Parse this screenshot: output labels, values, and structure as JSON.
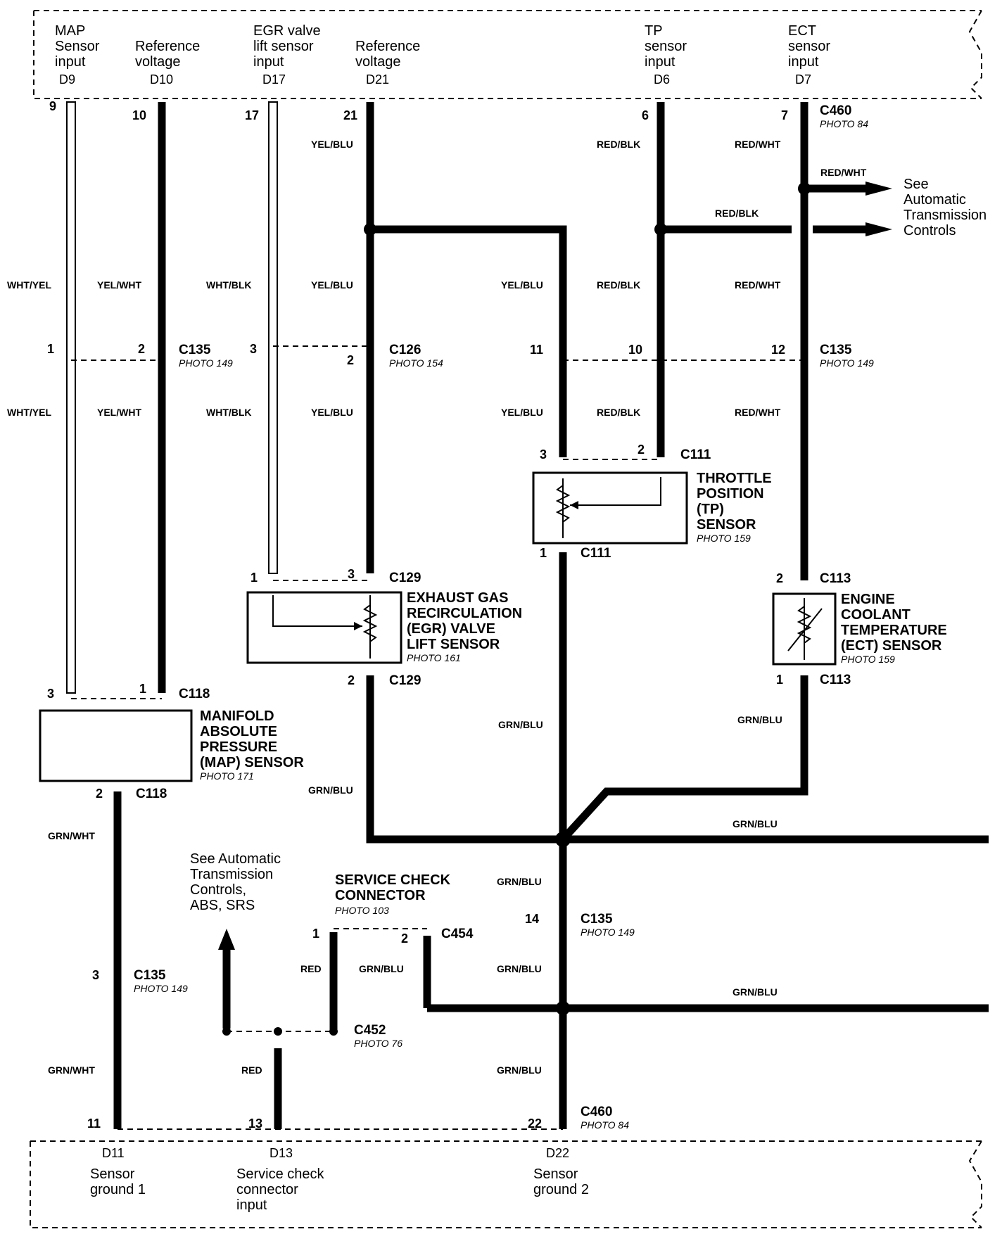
{
  "ecm_top": {
    "terminals": [
      {
        "label": "MAP\nSensor\ninput",
        "id": "D9",
        "pin": "9"
      },
      {
        "label": "Reference\nvoltage",
        "id": "D10",
        "pin": "10"
      },
      {
        "label": "EGR valve\nlift sensor\ninput",
        "id": "D17",
        "pin": "17"
      },
      {
        "label": "Reference\nvoltage",
        "id": "D21",
        "pin": "21"
      },
      {
        "label": "TP\nsensor\ninput",
        "id": "D6",
        "pin": "6"
      },
      {
        "label": "ECT\nsensor\ninput",
        "id": "D7",
        "pin": "7"
      }
    ],
    "connector": "C460",
    "photo": "PHOTO 84"
  },
  "ecm_bottom": {
    "terminals": [
      {
        "label": "Sensor\nground 1",
        "id": "D11",
        "pin": "11"
      },
      {
        "label": "Service check\nconnector\ninput",
        "id": "D13",
        "pin": "13"
      },
      {
        "label": "Sensor\nground 2",
        "id": "D22",
        "pin": "22"
      }
    ],
    "connector": "C460",
    "photo": "PHOTO 84"
  },
  "connectors": {
    "c135_a": {
      "name": "C135",
      "photo": "PHOTO 149",
      "pin_left": "1",
      "pin_right": "2"
    },
    "c126": {
      "name": "C126",
      "photo": "PHOTO 154",
      "pin_left": "3",
      "pin_right": "2"
    },
    "c135_b": {
      "name": "C135",
      "photo": "PHOTO 149",
      "pins": [
        "11",
        "10",
        "12"
      ]
    },
    "c111_top": {
      "name": "C111",
      "pin_left": "3",
      "pin_right": "2"
    },
    "c111_bottom": {
      "name": "C111",
      "pin": "1"
    },
    "c129_top": {
      "name": "C129",
      "pin_left": "1",
      "pin_right": "3"
    },
    "c129_bottom": {
      "name": "C129",
      "pin": "2"
    },
    "c113_top": {
      "name": "C113",
      "pin": "2"
    },
    "c113_bottom": {
      "name": "C113",
      "pin": "1"
    },
    "c118_top": {
      "name": "C118",
      "pin_left": "3",
      "pin_right": "1"
    },
    "c118_bottom": {
      "name": "C118",
      "pin": "2"
    },
    "c135_c": {
      "name": "C135",
      "photo": "PHOTO 149",
      "pin": "3"
    },
    "c135_d": {
      "name": "C135",
      "photo": "PHOTO 149",
      "pin": "14"
    },
    "c454": {
      "name": "C454",
      "pin_left": "1",
      "pin_right": "2"
    },
    "c452": {
      "name": "C452",
      "photo": "PHOTO 76"
    }
  },
  "components": {
    "tp_sensor": {
      "name": "THROTTLE\nPOSITION\n(TP)\nSENSOR",
      "photo": "PHOTO 159"
    },
    "egr_sensor": {
      "name": "EXHAUST GAS\nRECIRCULATION\n(EGR) VALVE\nLIFT SENSOR",
      "photo": "PHOTO 161"
    },
    "ect_sensor": {
      "name": "ENGINE\nCOOLANT\nTEMPERATURE\n(ECT) SENSOR",
      "photo": "PHOTO 159"
    },
    "map_sensor": {
      "name": "MANIFOLD\nABSOLUTE\nPRESSURE\n(MAP) SENSOR",
      "photo": "PHOTO 171"
    },
    "service_check": {
      "name": "SERVICE CHECK\nCONNECTOR",
      "photo": "PHOTO 103"
    }
  },
  "wires": {
    "wht_yel": "WHT/YEL",
    "yel_wht": "YEL/WHT",
    "wht_blk": "WHT/BLK",
    "yel_blu": "YEL/BLU",
    "red_blk": "RED/BLK",
    "red_wht": "RED/WHT",
    "grn_blu": "GRN/BLU",
    "grn_wht": "GRN/WHT",
    "red": "RED"
  },
  "notes": {
    "see_atc": "See\nAutomatic\nTransmission\nControls",
    "see_atc_abs_srs": "See Automatic\nTransmission\nControls,\nABS, SRS"
  },
  "colors": {
    "ink": "#000000",
    "paper": "#ffffff"
  }
}
